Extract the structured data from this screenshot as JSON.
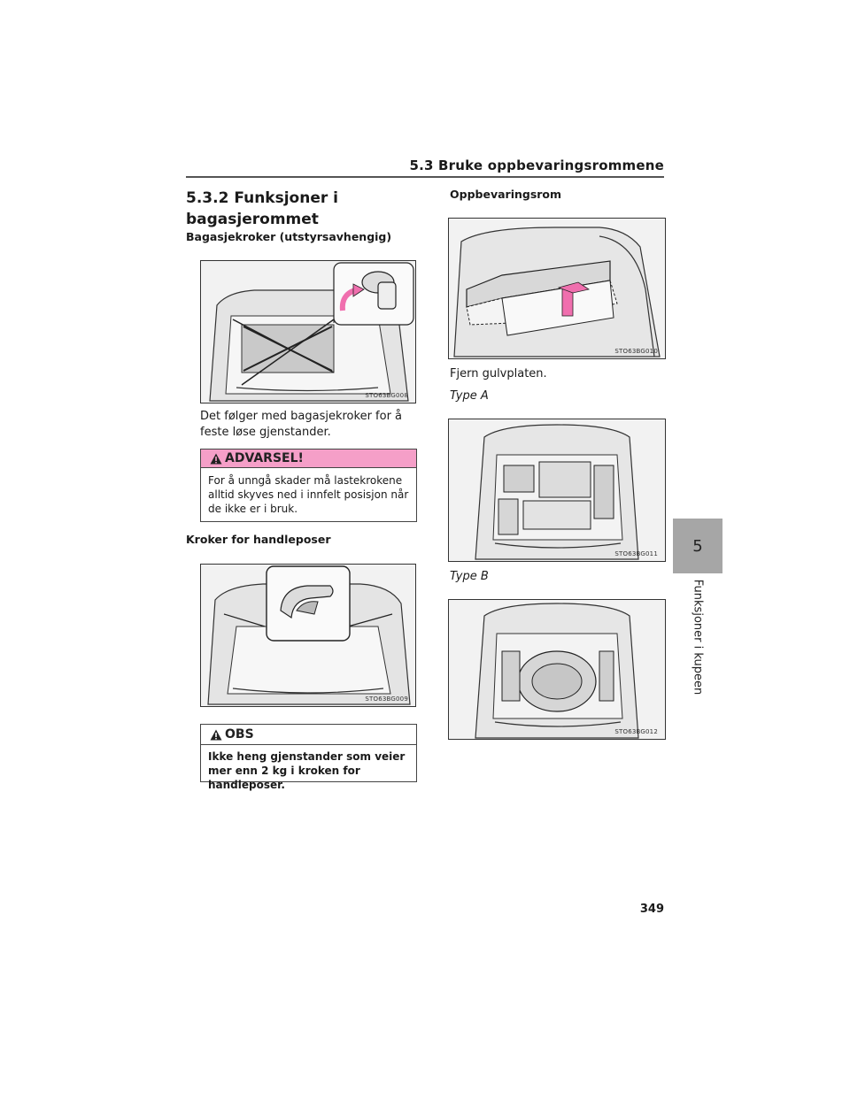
{
  "header": {
    "section": "5.3  Bruke oppbevaringsrommene"
  },
  "left": {
    "title": "5.3.2  Funksjoner i bagasjerommet",
    "hooks_heading": "Bagasjekroker (utstyrsavhengig)",
    "fig1_code": "STO63BG008",
    "hooks_text": "Det følger med bagasjekroker for å feste løse gjenstander.",
    "warning": {
      "label": "ADVARSEL!",
      "text": "For å unngå skader må lastekrokene alltid skyves ned i innfelt posisjon når de ikke er i bruk."
    },
    "bag_heading": "Kroker for handleposer",
    "fig2_code": "STO63BG009",
    "notice": {
      "label": "OBS",
      "text": "Ikke heng gjenstander som veier mer enn 2 kg i kroken for handleposer."
    }
  },
  "right": {
    "storage_heading": "Oppbevaringsrom",
    "fig3_code": "STO63BG010",
    "remove_text": "Fjern gulvplaten.",
    "type_a": "Type A",
    "fig4_code": "STO63BG011",
    "type_b": "Type B",
    "fig5_code": "STO63BG012"
  },
  "side": {
    "tab_number": "5",
    "chapter": "Funksjoner i kupeen"
  },
  "page_number": "349",
  "colors": {
    "warning_pink": "#f59fc8",
    "tab_gray": "#a6a6a6",
    "arrow_pink": "#f06fae"
  }
}
